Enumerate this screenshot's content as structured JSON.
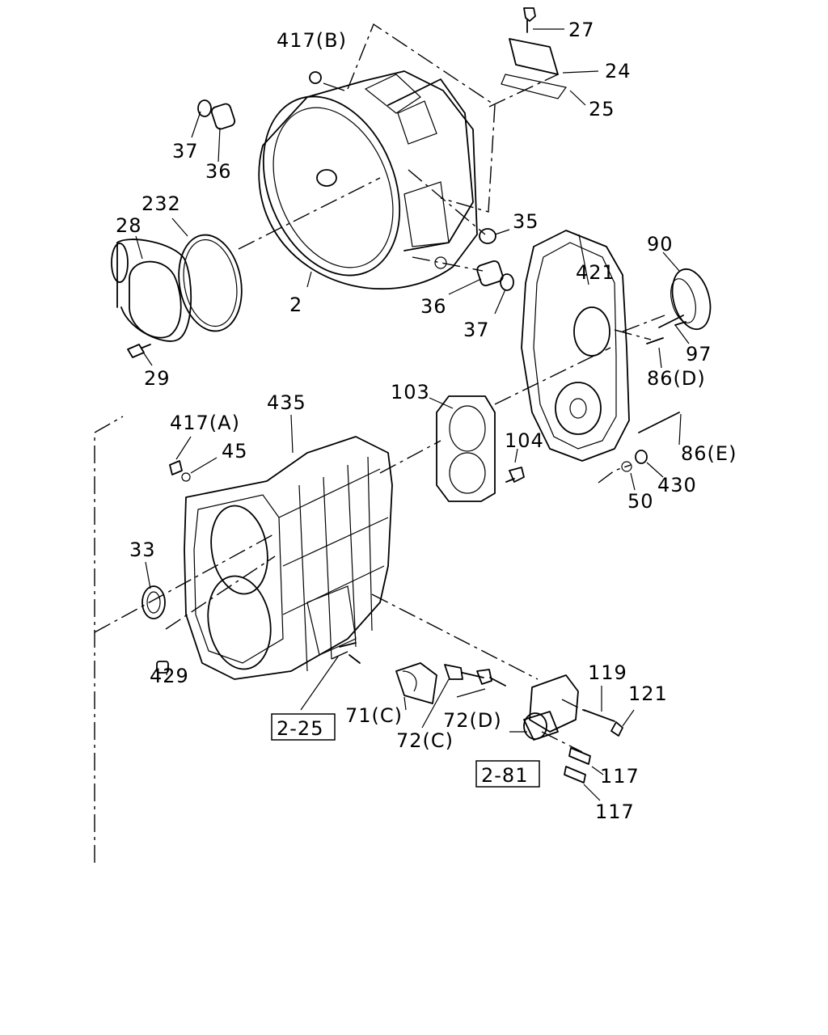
{
  "labels": {
    "p417B": "417(B)",
    "p27": "27",
    "p24": "24",
    "p25": "25",
    "p37a": "37",
    "p36a": "36",
    "p232": "232",
    "p28": "28",
    "p35": "35",
    "p2": "2",
    "p36b": "36",
    "p37b": "37",
    "p29": "29",
    "p90": "90",
    "p421": "421",
    "p97": "97",
    "p86D": "86(D)",
    "p103": "103",
    "p435": "435",
    "p417A": "417(A)",
    "p45": "45",
    "p104": "104",
    "p86E": "86(E)",
    "p430": "430",
    "p50": "50",
    "p33": "33",
    "p429": "429",
    "p119": "119",
    "p121": "121",
    "p71C": "71(C)",
    "p72D": "72(D)",
    "p72C": "72(C)",
    "p117a": "117",
    "p117b": "117"
  },
  "refs": {
    "r225": "2-25",
    "r281": "2-81"
  }
}
